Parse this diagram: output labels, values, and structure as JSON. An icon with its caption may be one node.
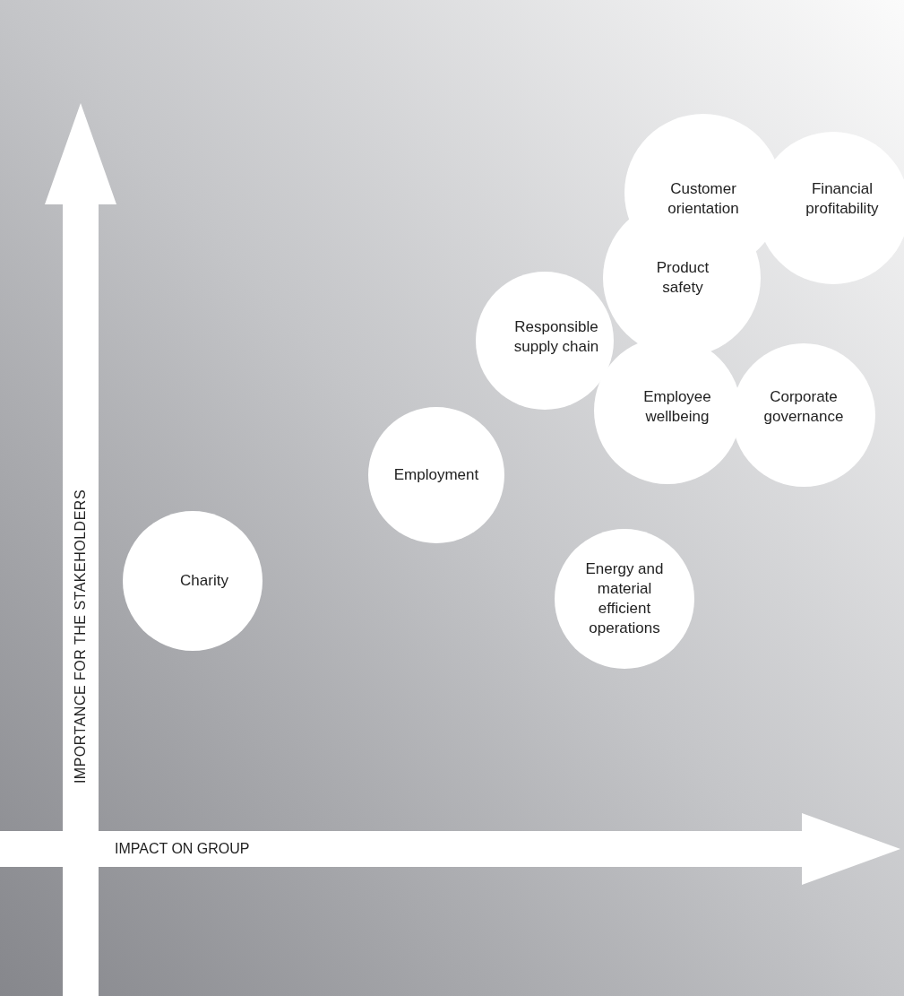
{
  "diagram": {
    "nodes": [
      {
        "text": [
          "Customer orientation"
        ]
      },
      {
        "text": [
          "Financial profitability"
        ]
      },
      {
        "text": [
          "Product safety"
        ]
      },
      {
        "text": [
          "Responsible supply chain"
        ]
      },
      {
        "text": [
          "Employee wellbeing"
        ]
      },
      {
        "text": [
          "Corporate governance"
        ]
      },
      {
        "text": [
          "Employment"
        ]
      },
      {
        "text": [
          "Charity"
        ]
      },
      {
        "text": [
          "Energy and material efficient operations"
        ]
      }
    ],
    "edges": [],
    "labels": [
      "IMPORTANCE FOR THE STAKEHOLDERS",
      "IMPACT ON GROUP"
    ]
  }
}
